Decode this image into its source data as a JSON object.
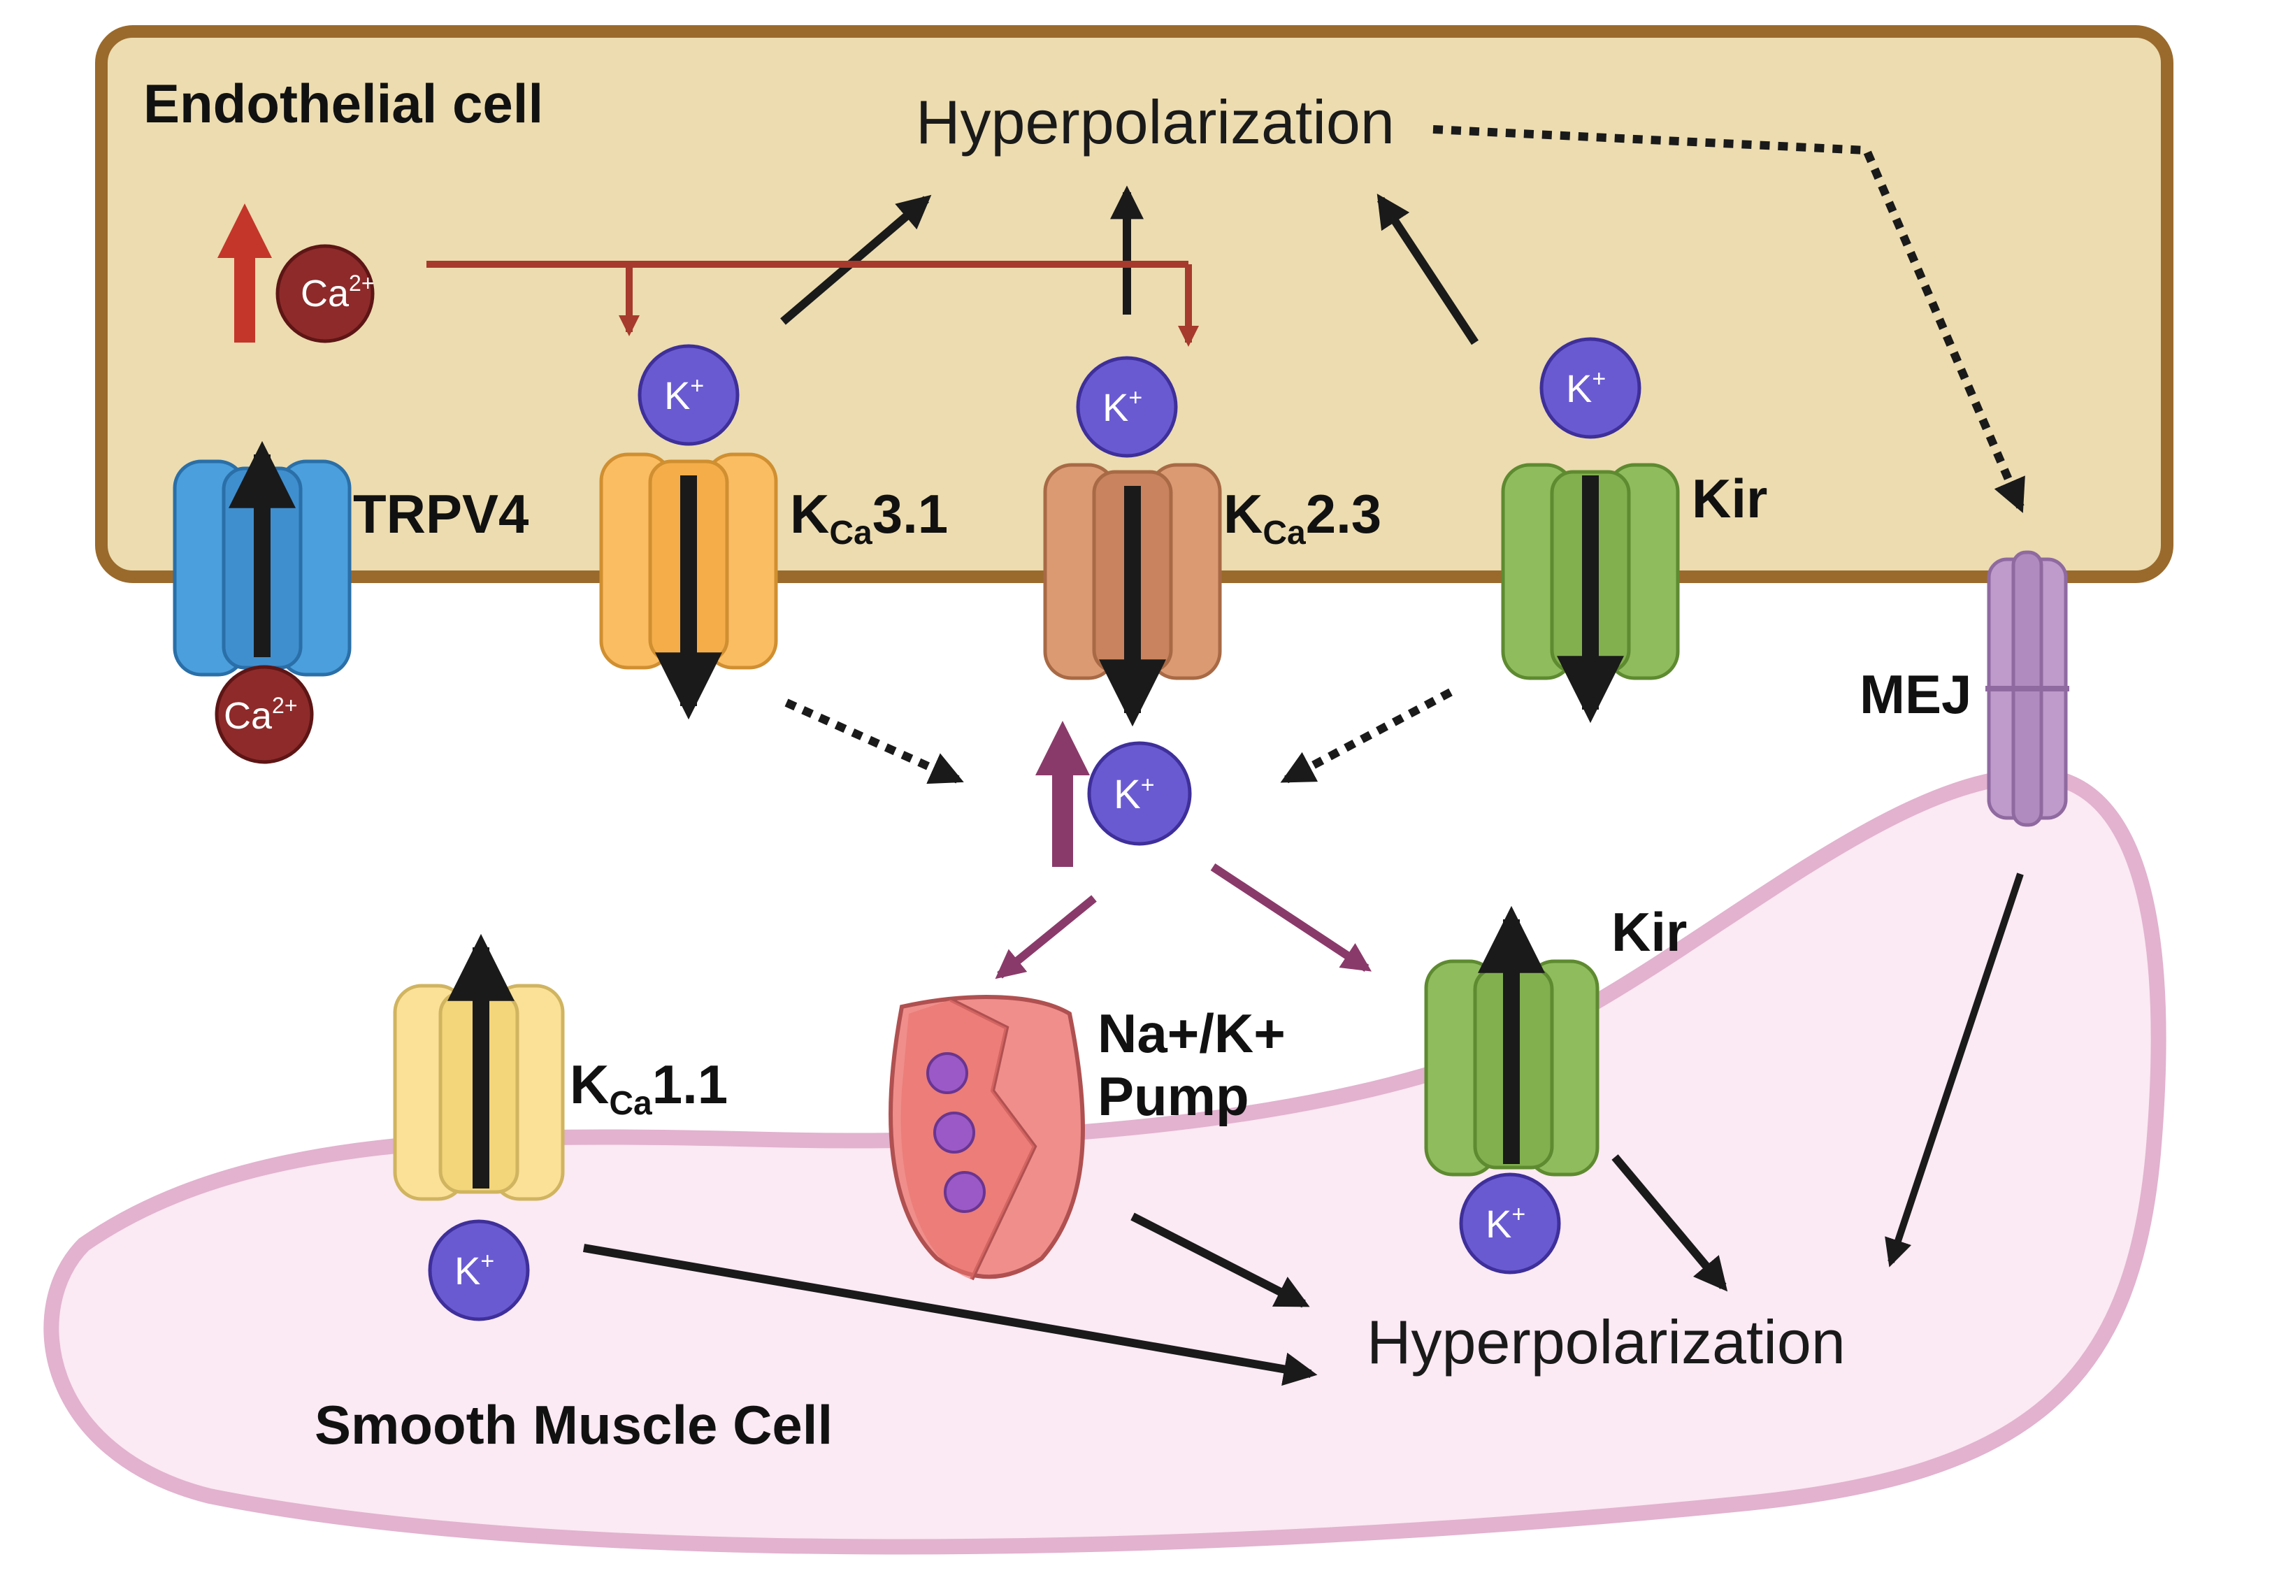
{
  "endothelial_cell": {
    "title": "Endothelial cell",
    "hyperpolarization": "Hyperpolarization"
  },
  "smooth_muscle_cell": {
    "title": "Smooth Muscle Cell",
    "hyperpolarization": "Hyperpolarization"
  },
  "channels": {
    "trpv4": "TRPV4",
    "kca31": {
      "k": "K",
      "sub": "Ca",
      "rest": "3.1"
    },
    "kca23": {
      "k": "K",
      "sub": "Ca",
      "rest": "2.3"
    },
    "kir_ec": "Kir",
    "kca11": {
      "k": "K",
      "sub": "Ca",
      "rest": "1.1"
    },
    "kir_smc": "Kir",
    "pump_line1": "Na+/K+",
    "pump_line2": "Pump",
    "mej": "MEJ"
  },
  "ions": {
    "ca": {
      "base": "Ca",
      "sup": "2+"
    },
    "k": {
      "base": "K",
      "sup": "+"
    }
  },
  "colors": {
    "ec_fill": "#ecdcb0",
    "ec_border": "#9a6a2c",
    "smc_fill": "#fbe9f3",
    "smc_border": "#e2b2cf",
    "trpv4": "#4a9fdc",
    "kca31": "#fbbd62",
    "kca23": "#dc9a73",
    "kir": "#8fbc5c",
    "kca11": "#fbe197",
    "pump": "#ef8e8a",
    "mej": "#bf9bcc",
    "ca_ion": "#8e2a2a",
    "k_ion": "#6a5ad2",
    "red_arrow": "#a63a2c",
    "purple_arrow": "#8a3a6a"
  }
}
